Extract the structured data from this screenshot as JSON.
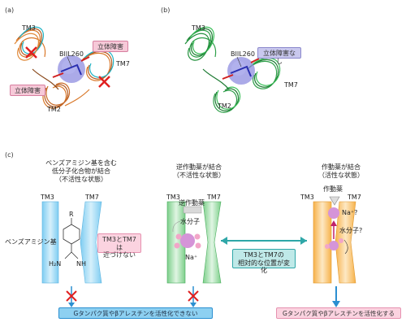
{
  "panel_a": {
    "label": "(a)",
    "tm3": "TM3",
    "tm7": "TM7",
    "tm2": "TM2",
    "residue": "BIIL260",
    "steric_top": "立体障害",
    "steric_left": "立体障害"
  },
  "panel_b": {
    "label": "(b)",
    "tm3": "TM3",
    "tm7": "TM7",
    "tm2": "TM2",
    "residue": "BIIL260",
    "no_steric": "立体障害なし"
  },
  "panel_c": {
    "label": "(c)",
    "col1_title": [
      "ベンズアミジン基を含む",
      "低分子化合物が結合",
      "（不活性な状態）"
    ],
    "col2_title": [
      "逆作動薬が結合",
      "（不活性な状態）"
    ],
    "col3_title": [
      "作動薬が結合",
      "（活性な状態）"
    ],
    "tm3": "TM3",
    "tm7": "TM7",
    "benzamidine_label": "ベンズアミジン基",
    "r_label": "R",
    "h2n_label": "H₂N",
    "nh_label": "NH",
    "cannot_approach": [
      "TM3とTM7は",
      "近づけない"
    ],
    "inverse_agonist": "逆作動薬",
    "water_molecule": "水分子",
    "na_plus": "Na⁺",
    "agonist": "作動薬",
    "na_plus_q": "Na⁺?",
    "water_q": "水分子?",
    "relative_position": [
      "TM3とTM7の",
      "相対的な位置が変化"
    ],
    "cannot_activate": "Gタンパク質やβアレスチンを活性化できない",
    "activates": "Gタンパク質やβアレスチンを活性化する"
  }
}
